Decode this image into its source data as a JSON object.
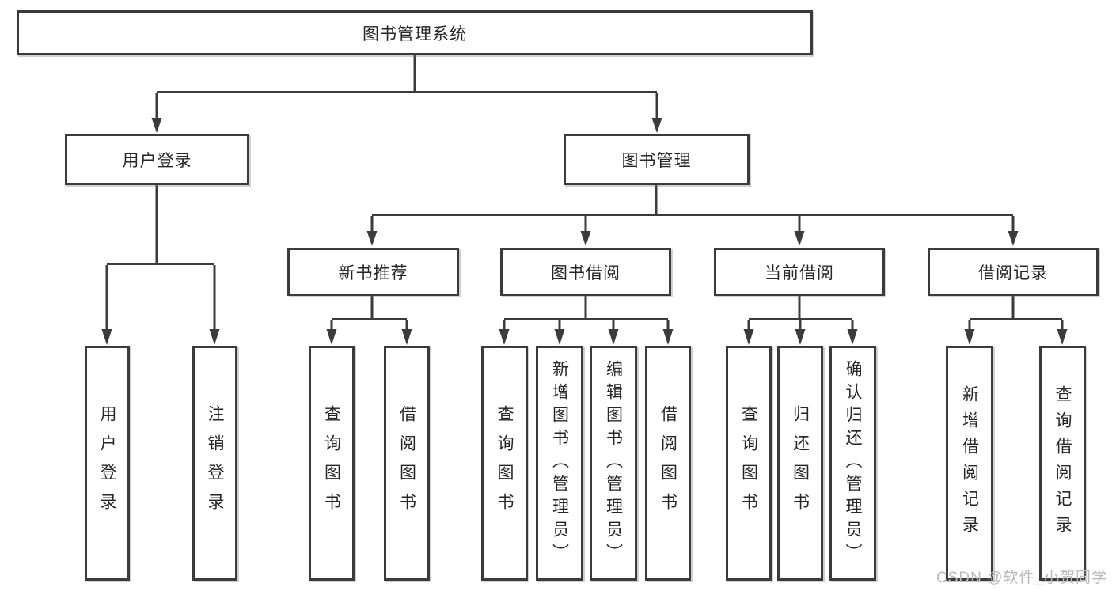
{
  "diagram_title": "图书管理系统",
  "colors": {
    "border": "#3b3b3b",
    "line": "#3b3b3b",
    "text": "#262626",
    "watermark": "#b9b9b9",
    "background": "#ffffff"
  },
  "nodes": {
    "root": {
      "label": "图书管理系统"
    },
    "user_login": {
      "label": "用户登录"
    },
    "book_management": {
      "label": "图书管理"
    },
    "new_book_recommend": {
      "label": "新书推荐"
    },
    "book_borrowing": {
      "label": "图书借阅"
    },
    "current_borrowing": {
      "label": "当前借阅"
    },
    "borrowing_records": {
      "label": "借阅记录"
    },
    "leaf_user_login": {
      "label": "用户登录"
    },
    "leaf_logout_login": {
      "label": "注销登录"
    },
    "leaf_rec_search_books": {
      "label": "查询图书"
    },
    "leaf_rec_borrow_books": {
      "label": "借阅图书"
    },
    "leaf_bb_search_books": {
      "label": "查询图书"
    },
    "leaf_bb_add_books": {
      "label": "新增图书（管理员）"
    },
    "leaf_bb_edit_books": {
      "label": "编辑图书（管理员）"
    },
    "leaf_bb_borrow_books": {
      "label": "借阅图书"
    },
    "leaf_cb_search_books": {
      "label": "查询图书"
    },
    "leaf_cb_return_books": {
      "label": "归还图书"
    },
    "leaf_cb_confirm_return": {
      "label": "确认归还（管理员）"
    },
    "leaf_br_add_record": {
      "label": "新增借阅记录"
    },
    "leaf_br_search_record": {
      "label": "查询借阅记录"
    }
  },
  "hierarchy": {
    "root": "图书管理系统",
    "children": [
      {
        "label": "用户登录",
        "children": [
          "用户登录",
          "注销登录"
        ]
      },
      {
        "label": "图书管理",
        "children": [
          {
            "label": "新书推荐",
            "children": [
              "查询图书",
              "借阅图书"
            ]
          },
          {
            "label": "图书借阅",
            "children": [
              "查询图书",
              "新增图书（管理员）",
              "编辑图书（管理员）",
              "借阅图书"
            ]
          },
          {
            "label": "当前借阅",
            "children": [
              "查询图书",
              "归还图书",
              "确认归还（管理员）"
            ]
          },
          {
            "label": "借阅记录",
            "children": [
              "新增借阅记录",
              "查询借阅记录"
            ]
          }
        ]
      }
    ]
  },
  "watermark": {
    "text": "CSDN @软件_小贺同学"
  }
}
